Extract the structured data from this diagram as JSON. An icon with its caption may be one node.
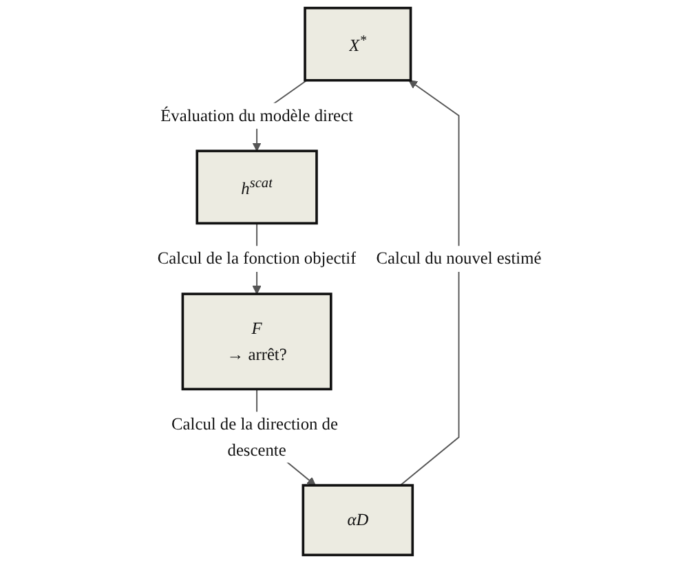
{
  "diagram": {
    "nodes": [
      {
        "text": [
          "X$^{*}$"
        ]
      },
      {
        "text": [
          "αD"
        ]
      },
      {
        "text": [
          "h$^{scat}$"
        ]
      },
      {
        "text": [
          "F",
          "→ arrêt?"
        ]
      }
    ],
    "edges": [
      {
        "from": 0,
        "to": 2,
        "arrow": "to",
        "label": "Évaluation du modèle direct"
      },
      {
        "from": 2,
        "to": 3,
        "arrow": "to",
        "label": "Calcul de la fonction objectif"
      },
      {
        "from": 3,
        "to": 1,
        "arrow": "to",
        "label": "Calcul de la direction de descente"
      },
      {
        "from": 1,
        "to": 0,
        "arrow": "to",
        "label": "Calcul du nouvel estimé"
      }
    ]
  }
}
